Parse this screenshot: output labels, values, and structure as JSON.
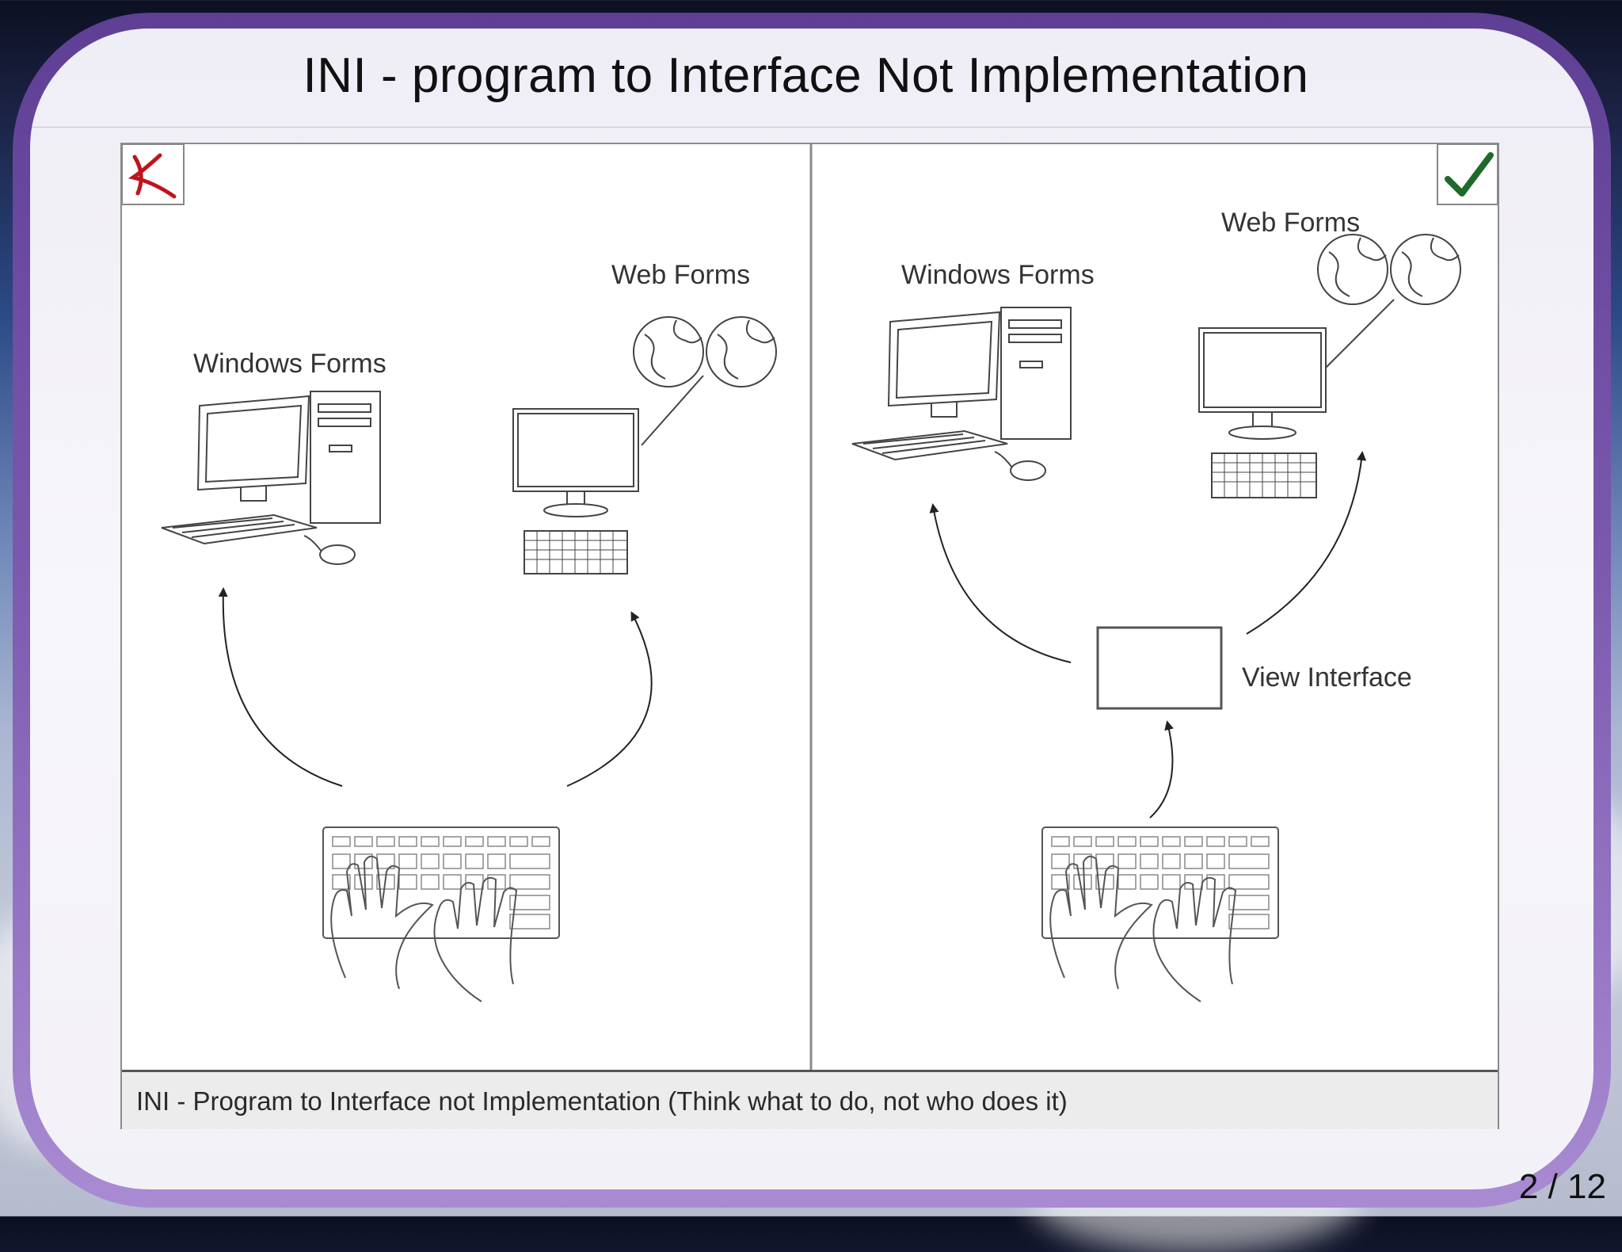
{
  "slide": {
    "title": "INI - program to Interface Not Implementation",
    "page_number": "2 / 12"
  },
  "diagram": {
    "left": {
      "mark_icon": "red-cross-icon",
      "windows_label": "Windows Forms",
      "web_label": "Web Forms"
    },
    "right": {
      "mark_icon": "green-checkmark-icon",
      "windows_label": "Windows Forms",
      "web_label": "Web Forms",
      "interface_label": "View Interface"
    },
    "caption": "INI - Program to Interface not Implementation  (Think what to do, not who does it)"
  },
  "colors": {
    "cross": "#c0141c",
    "check": "#1e6a2a",
    "frame": "#6f4fa3"
  }
}
